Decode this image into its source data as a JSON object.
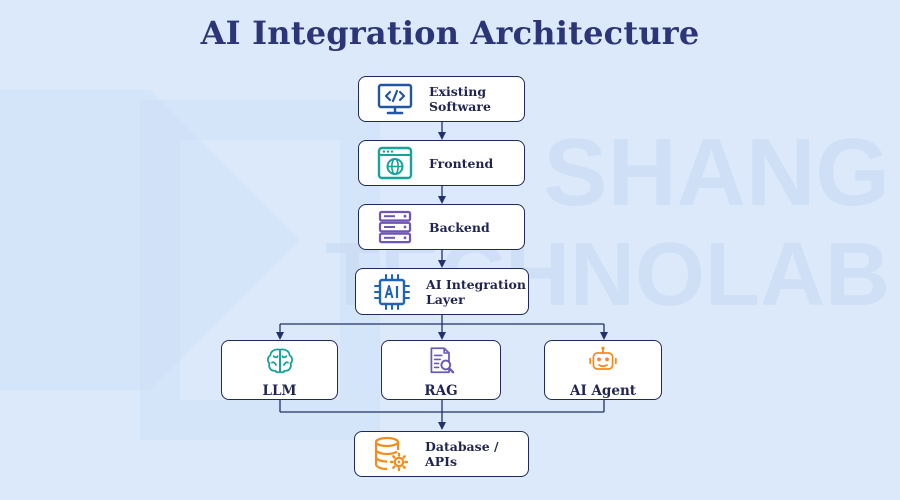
{
  "title": "AI Integration Architecture",
  "watermark_text": [
    "SHANG",
    "TECHNOLAB"
  ],
  "nodes": {
    "existing_software": {
      "line1": "Existing",
      "line2": "Software",
      "icon": "code-monitor-icon"
    },
    "frontend": {
      "label": "Frontend",
      "icon": "browser-globe-icon"
    },
    "backend": {
      "label": "Backend",
      "icon": "server-icon"
    },
    "ai_layer": {
      "line1": "AI Integration",
      "line2": "Layer",
      "icon": "ai-chip-icon"
    },
    "llm": {
      "label": "LLM",
      "icon": "brain-icon"
    },
    "rag": {
      "label": "RAG",
      "icon": "document-search-icon"
    },
    "ai_agent": {
      "label": "AI Agent",
      "icon": "robot-icon"
    },
    "database": {
      "label": "Database / APIs",
      "icon": "database-gear-icon"
    }
  },
  "colors": {
    "title": "#2c3577",
    "background": "#dbe9fb",
    "border": "#1f2a5a",
    "arrow": "#23306b",
    "code_icon": "#2255a4",
    "frontend_icon": "#16a39a",
    "backend_icon": "#6f55b8",
    "chip_icon": "#1f64b8",
    "brain_icon": "#15a09a",
    "rag_icon": "#6a5ab8",
    "robot_icon": "#f28c1e",
    "database_icon": "#f28c1e"
  }
}
